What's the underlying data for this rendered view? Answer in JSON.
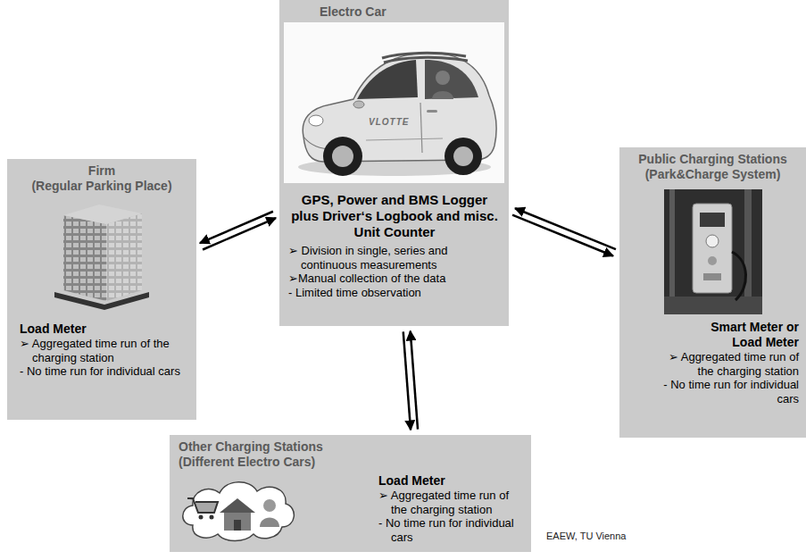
{
  "diagram": {
    "nodes": [
      {
        "text": [
          "Electro Car",
          "GPS, Power and BMS Logger plus Driver‘s Logbook and misc. Unit Counter",
          "➢ Division in single, series and continuous measurements",
          "➢Manual collection of the data",
          "- Limited time observation"
        ]
      },
      {
        "text": [
          "Firm",
          "(Regular Parking Place)",
          "Load Meter",
          "➢ Aggregated time run of the charging station",
          "- No time run for individual cars"
        ]
      },
      {
        "text": [
          "Public Charging Stations",
          "(Park&Charge System)",
          "Smart Meter or Load Meter",
          "➢ Aggregated time run of the charging station",
          "- No time run for individual cars"
        ]
      },
      {
        "text": [
          "Other Charging Stations",
          "(Different Electro Cars)",
          "Load Meter",
          "➢ Aggregated time run of the charging station",
          "- No time run for individual cars"
        ]
      }
    ],
    "edges": [
      {
        "from": 0,
        "to": 1,
        "arrow": "to"
      },
      {
        "from": 1,
        "to": 0,
        "arrow": "to"
      },
      {
        "from": 0,
        "to": 2,
        "arrow": "to"
      },
      {
        "from": 2,
        "to": 0,
        "arrow": "to"
      },
      {
        "from": 0,
        "to": 3,
        "arrow": "to"
      },
      {
        "from": 3,
        "to": 0,
        "arrow": "to"
      }
    ],
    "labels": [
      "VLOTTE",
      "EAEW, TU Vienna"
    ]
  }
}
